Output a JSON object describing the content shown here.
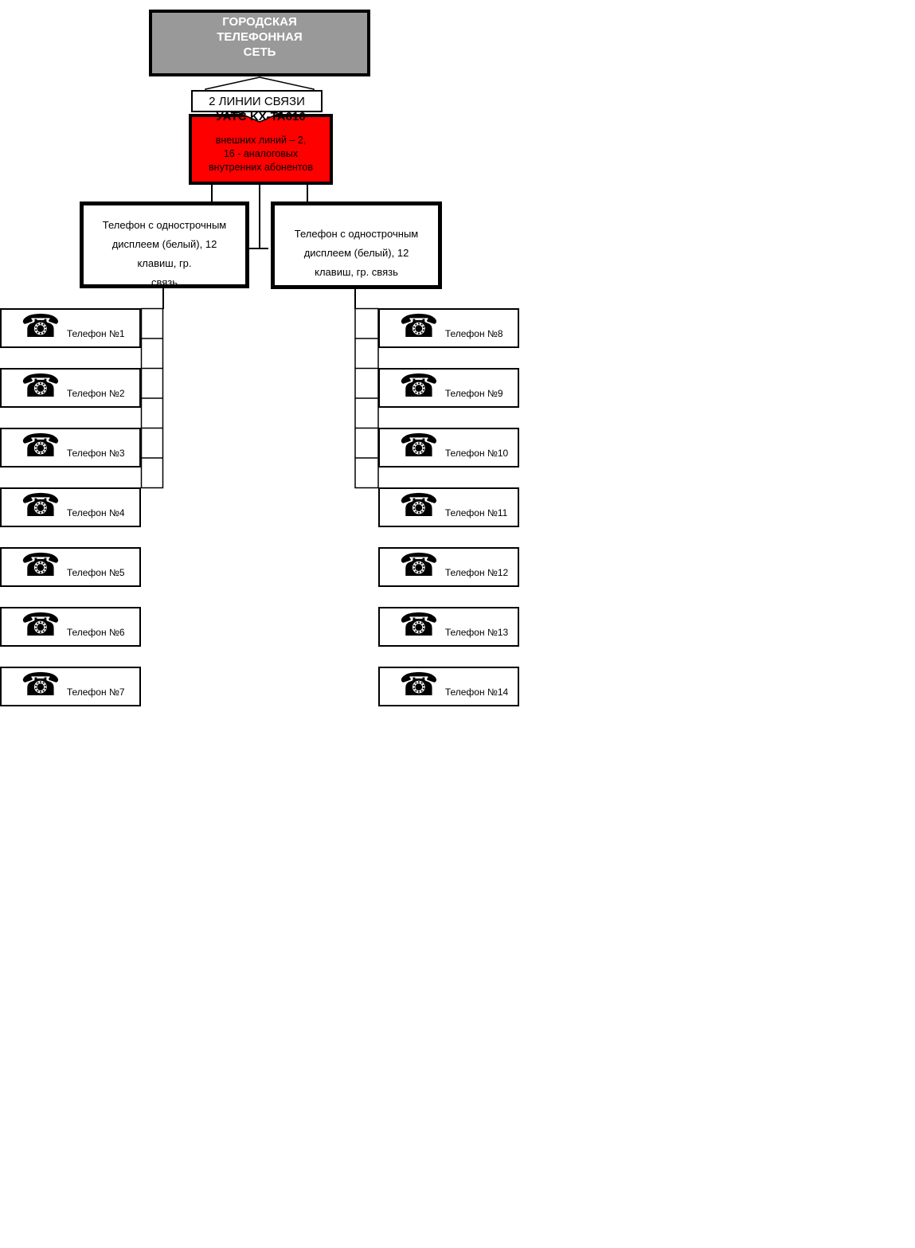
{
  "network_box": {
    "line1": "ГОРОДСКАЯ",
    "line2": "ТЕЛЕФОННАЯ",
    "line3": "СЕТЬ"
  },
  "link_label": "2 ЛИНИИ СВЯЗИ",
  "pbx_box": {
    "title": "УАТС KX-TA616",
    "line1": "внешних линий – 2,",
    "line2": "16 - аналоговых",
    "line3": "внутренних абонентов"
  },
  "left_branch": {
    "line1": "Телефон с однострочным",
    "line2": "дисплеем (белый), 12",
    "line3": "клавиш, гр.",
    "line4": "связь"
  },
  "right_branch": {
    "line1": "Телефон с однострочным",
    "line2": "дисплеем (белый), 12",
    "line3": "клавиш, гр. связь"
  },
  "icons": {
    "phone": "☎"
  },
  "phones": {
    "left": [
      "Телефон №1",
      "Телефон №2",
      "Телефон №3",
      "Телефон №4",
      "Телефон №5",
      "Телефон №6",
      "Телефон №7"
    ],
    "right": [
      "Телефон №8",
      "Телефон №9",
      "Телефон №10",
      "Телефон №11",
      "Телефон №12",
      "Телефон №13",
      "Телефон №14"
    ]
  },
  "colors": {
    "network_fill": "#999999",
    "pbx_fill": "#ff0000",
    "line": "#000000",
    "box_fill": "#ffffff",
    "network_text": "#ffffff"
  }
}
